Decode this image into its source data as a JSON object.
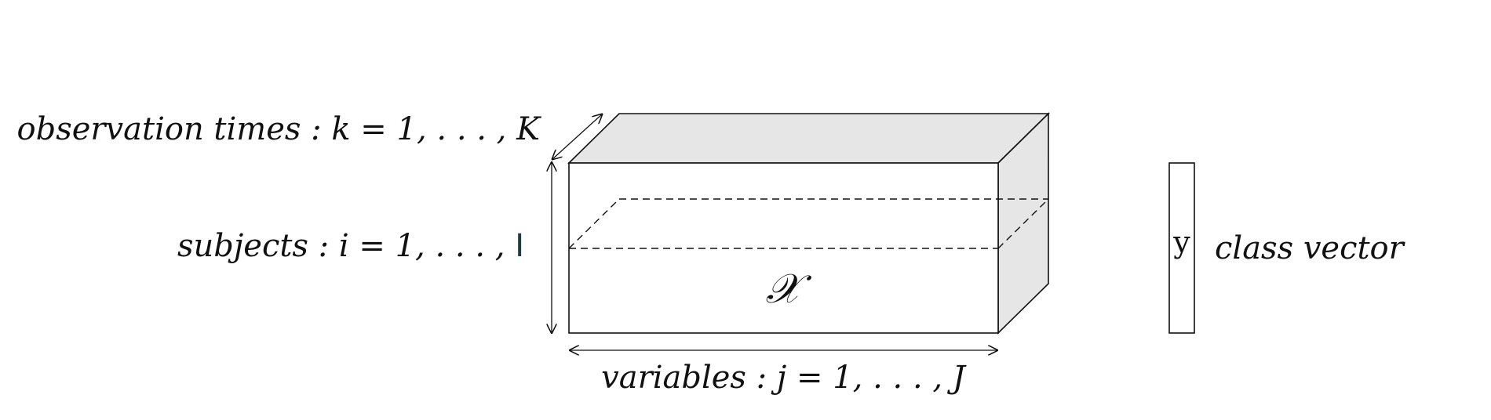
{
  "diagram": {
    "labels": {
      "observation_times": "observation times : k = 1, . . . , K",
      "subjects_text": "subjects : i = 1, . . . , ",
      "subjects_symbol": "I",
      "variables": "variables : j = 1, . . . , J",
      "tensor_symbol": "𝒳",
      "class_vector_symbol": "y",
      "class_vector_label": "class vector"
    },
    "colors": {
      "stroke": "#111111",
      "top_face": "#e6e6e6",
      "side_face": "#e6e6e6",
      "front_face": "#ffffff",
      "subjects_symbol": "#1f3a3d"
    }
  }
}
